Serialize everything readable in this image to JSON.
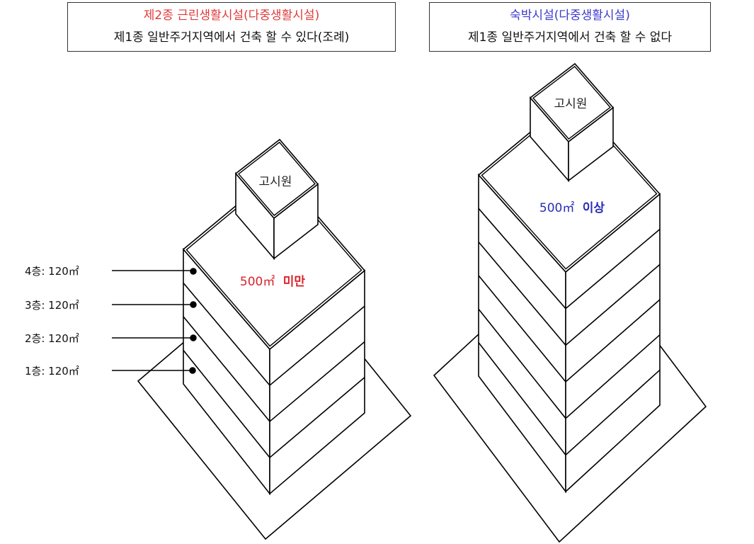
{
  "left_panel": {
    "title": "제2종 근린생활시설(다중생활시설)",
    "subtitle": "제1종 일반주거지역에서 건축 할 수 있다(조례)",
    "title_color": "#e03a3a",
    "annex_label": "고시원",
    "area_value": "500㎡",
    "area_qualifier": "미만",
    "area_color": "#d8232a",
    "floor_labels": [
      "4층: 120㎡",
      "3층: 120㎡",
      "2층: 120㎡",
      "1층: 120㎡"
    ],
    "floors": 4
  },
  "right_panel": {
    "title": "숙박시설(다중생활시설)",
    "subtitle": "제1종 일반주거지역에서 건축 할 수 없다",
    "title_color": "#3a3ad0",
    "annex_label": "고시원",
    "area_value": "500㎡",
    "area_qualifier": "이상",
    "area_color": "#2b2bb8",
    "floors": 6
  }
}
